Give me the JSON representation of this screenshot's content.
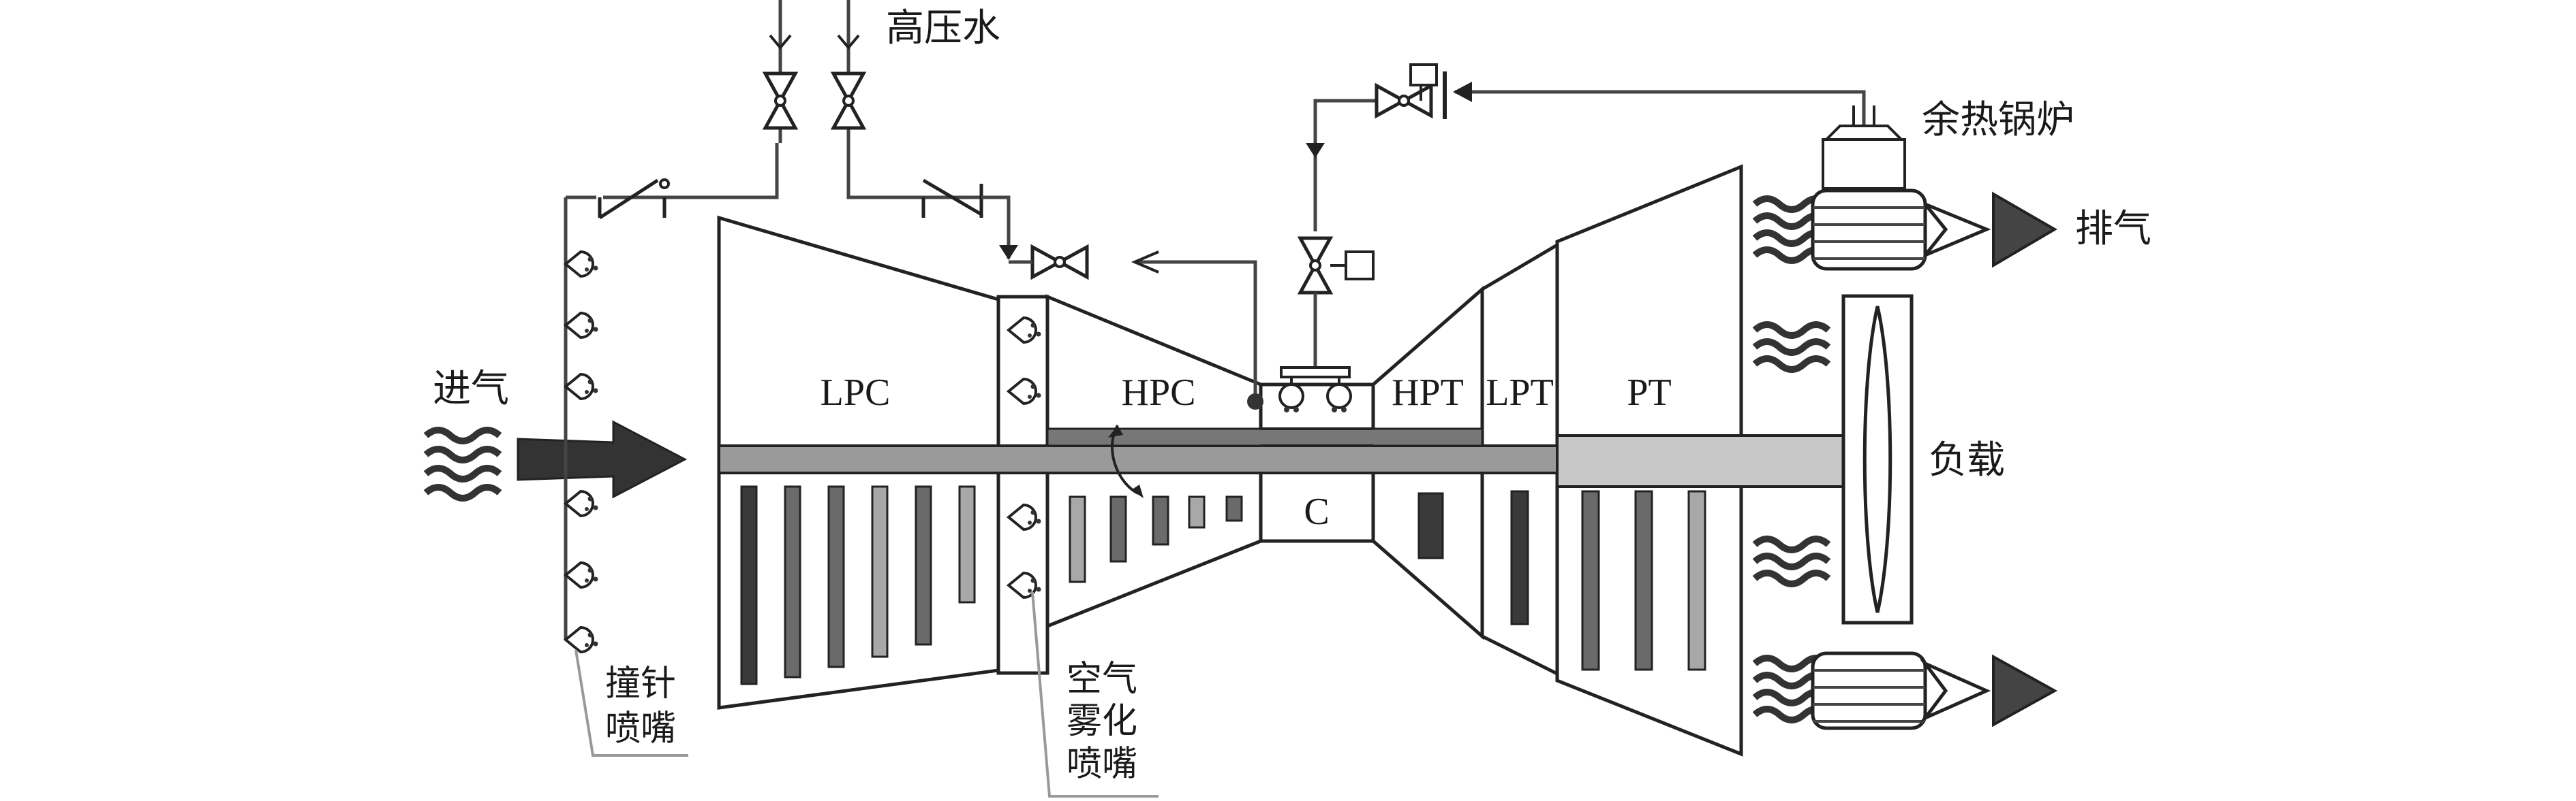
{
  "labels": {
    "high_pressure_water": "高压水",
    "waste_heat_boiler": "余热锅炉",
    "exhaust": "排气",
    "intake": "进气",
    "load": "负载",
    "lpc": "LPC",
    "hpc": "HPC",
    "hpt": "HPT",
    "lpt": "LPT",
    "pt": "PT",
    "combustor": "C",
    "impingement_nozzle_1": "撞针",
    "impingement_nozzle_2": "喷嘴",
    "air_atomizing_nozzle_1": "空气",
    "air_atomizing_nozzle_2": "雾化",
    "air_atomizing_nozzle_3": "喷嘴"
  },
  "colors": {
    "line": "#222222",
    "shaft": "#9a9a9a",
    "pt_shaft": "#c8c8c8",
    "arrow": "#333333",
    "blade_dark": "#3a3a3a",
    "blade_mid": "#6a6a6a",
    "blade_light": "#a8a8a8",
    "hpc_band": "#777777"
  }
}
